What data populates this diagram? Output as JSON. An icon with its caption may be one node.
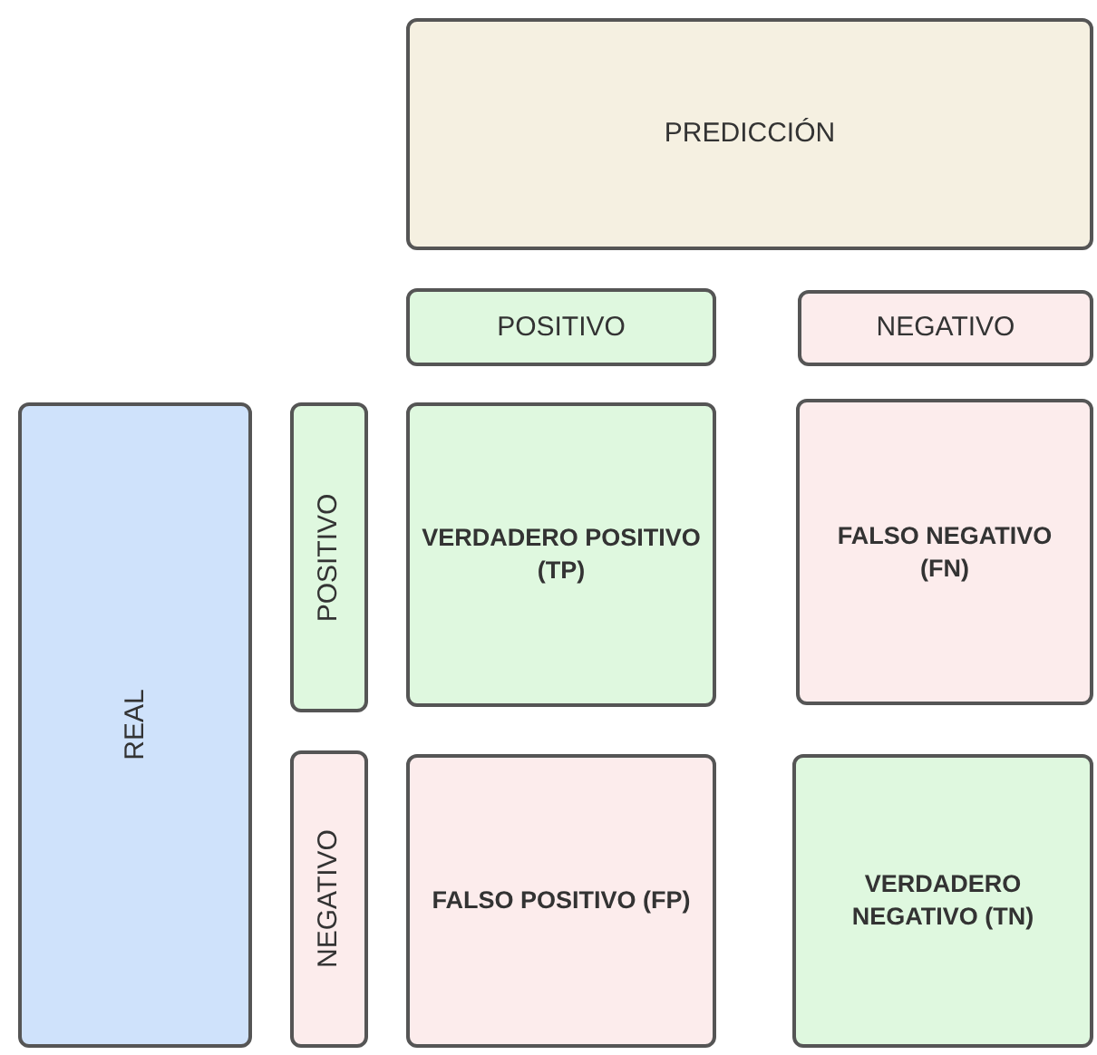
{
  "diagram": {
    "nodes": [
      {
        "text": [
          "PREDICCIÓN"
        ]
      },
      {
        "text": [
          "POSITIVO"
        ]
      },
      {
        "text": [
          "NEGATIVO"
        ]
      },
      {
        "text": [
          "REAL"
        ]
      },
      {
        "text": [
          "POSITIVO"
        ]
      },
      {
        "text": [
          "VERDADERO POSITIVO (TP)"
        ]
      },
      {
        "text": [
          "FALSO NEGATIVO (FN)"
        ]
      },
      {
        "text": [
          "NEGATIVO"
        ]
      },
      {
        "text": [
          "FALSO POSITIVO (FP)"
        ]
      },
      {
        "text": [
          "VERDADERO NEGATIVO (TN)"
        ]
      }
    ]
  }
}
